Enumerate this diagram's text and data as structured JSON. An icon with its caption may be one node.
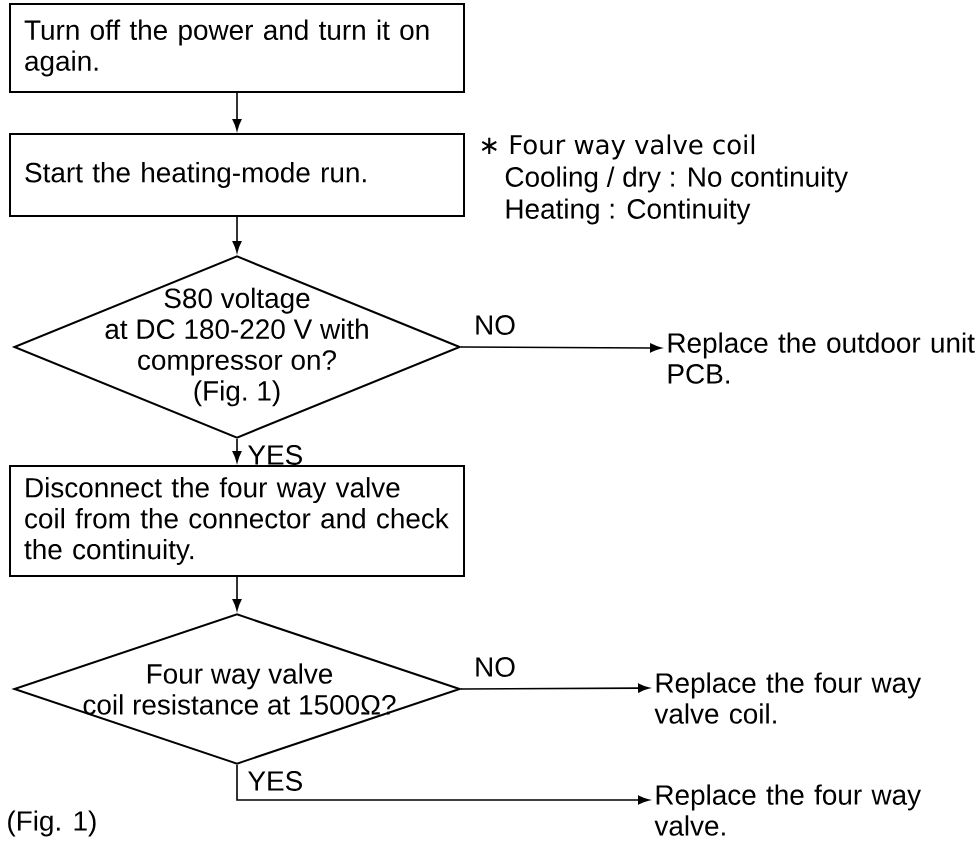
{
  "diagram": {
    "nodes": [
      {
        "text": [
          "Turn off the power and turn it on again."
        ]
      },
      {
        "text": [
          "Start the heating-mode run."
        ]
      },
      {
        "text": [
          "S80 voltage at DC 180-220 V with compressor on? (Fig. 1)"
        ]
      },
      {
        "text": [
          "Replace the outdoor unit PCB."
        ]
      },
      {
        "text": [
          "Disconnect the four way valve coil from the connector and check the continuity."
        ]
      },
      {
        "text": [
          "Four way valve coil resistance at 1500Ω?"
        ]
      },
      {
        "text": [
          "Replace the four way valve coil."
        ]
      },
      {
        "text": [
          "Replace the four way valve."
        ]
      }
    ],
    "edges": [
      {
        "from": 0,
        "to": 1,
        "arrow": "to"
      },
      {
        "from": 1,
        "to": 2,
        "arrow": "to"
      },
      {
        "from": 2,
        "to": 3,
        "arrow": "to",
        "label": "NO"
      },
      {
        "from": 2,
        "to": 4,
        "arrow": "to",
        "label": "YES"
      },
      {
        "from": 4,
        "to": 5,
        "arrow": "to"
      },
      {
        "from": 5,
        "to": 6,
        "arrow": "to",
        "label": "NO"
      },
      {
        "from": 5,
        "to": 7,
        "arrow": "to",
        "label": "YES"
      }
    ],
    "labels": [
      "∗ Four way valve coil",
      "Cooling / dry : No continuity",
      "Heating : Continuity",
      "(Fig. 1)"
    ]
  }
}
